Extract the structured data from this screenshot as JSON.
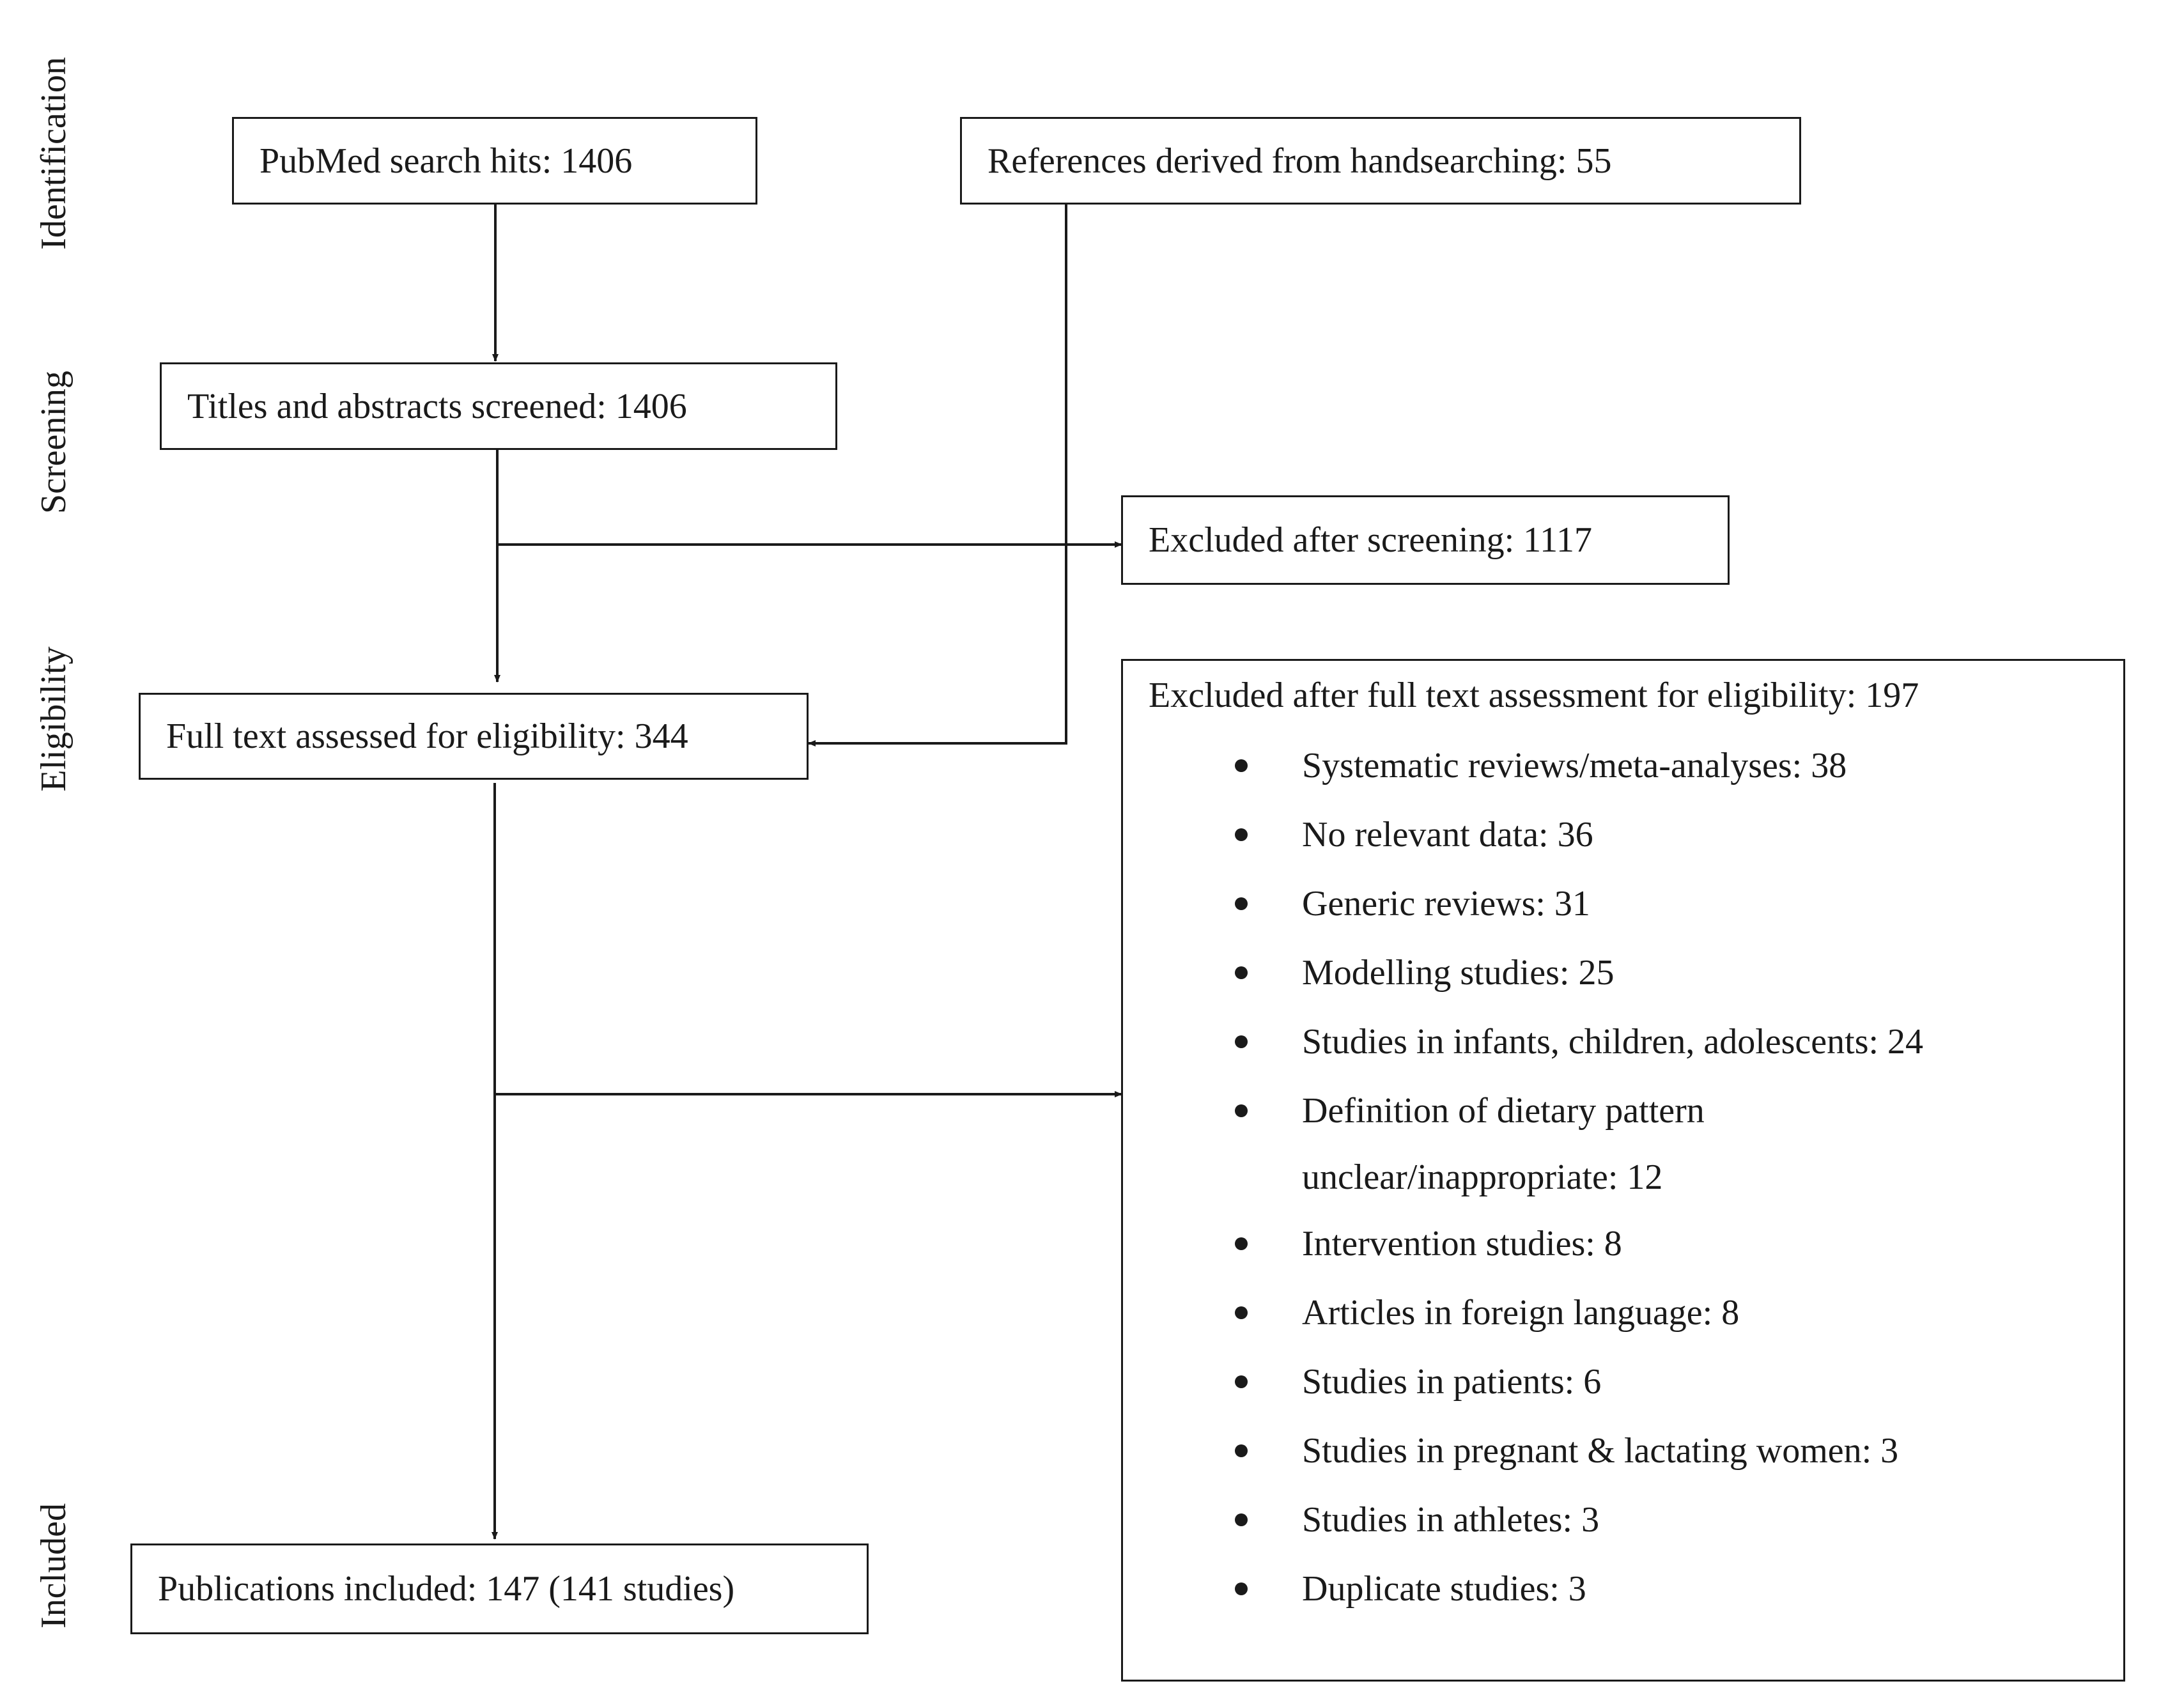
{
  "stages": {
    "identification": "Identification",
    "screening": "Screening",
    "eligibility": "Eligibility",
    "included": "Included"
  },
  "boxes": {
    "pubmed": "PubMed search hits: 1406",
    "handsearch": "References derived from handsearching: 55",
    "screened": "Titles and abstracts screened: 1406",
    "excluded_screening": "Excluded after screening: 1117",
    "fulltext": "Full text assessed for eligibility: 344",
    "included": "Publications included: 147 (141 studies)"
  },
  "exclusions": {
    "heading": "Excluded after full text assessment for eligibility: 197",
    "items": [
      {
        "line1": "Systematic reviews/meta-analyses: 38"
      },
      {
        "line1": "No relevant data: 36"
      },
      {
        "line1": "Generic reviews: 31"
      },
      {
        "line1": "Modelling studies: 25"
      },
      {
        "line1": "Studies in infants, children, adolescents: 24"
      },
      {
        "line1": "Definition of dietary pattern",
        "line2": "unclear/inappropriate: 12"
      },
      {
        "line1": "Intervention studies: 8"
      },
      {
        "line1": "Articles in foreign language: 8"
      },
      {
        "line1": "Studies in patients: 6"
      },
      {
        "line1": "Studies in pregnant & lactating women: 3"
      },
      {
        "line1": "Studies in athletes: 3"
      },
      {
        "line1": "Duplicate studies: 3"
      }
    ]
  }
}
